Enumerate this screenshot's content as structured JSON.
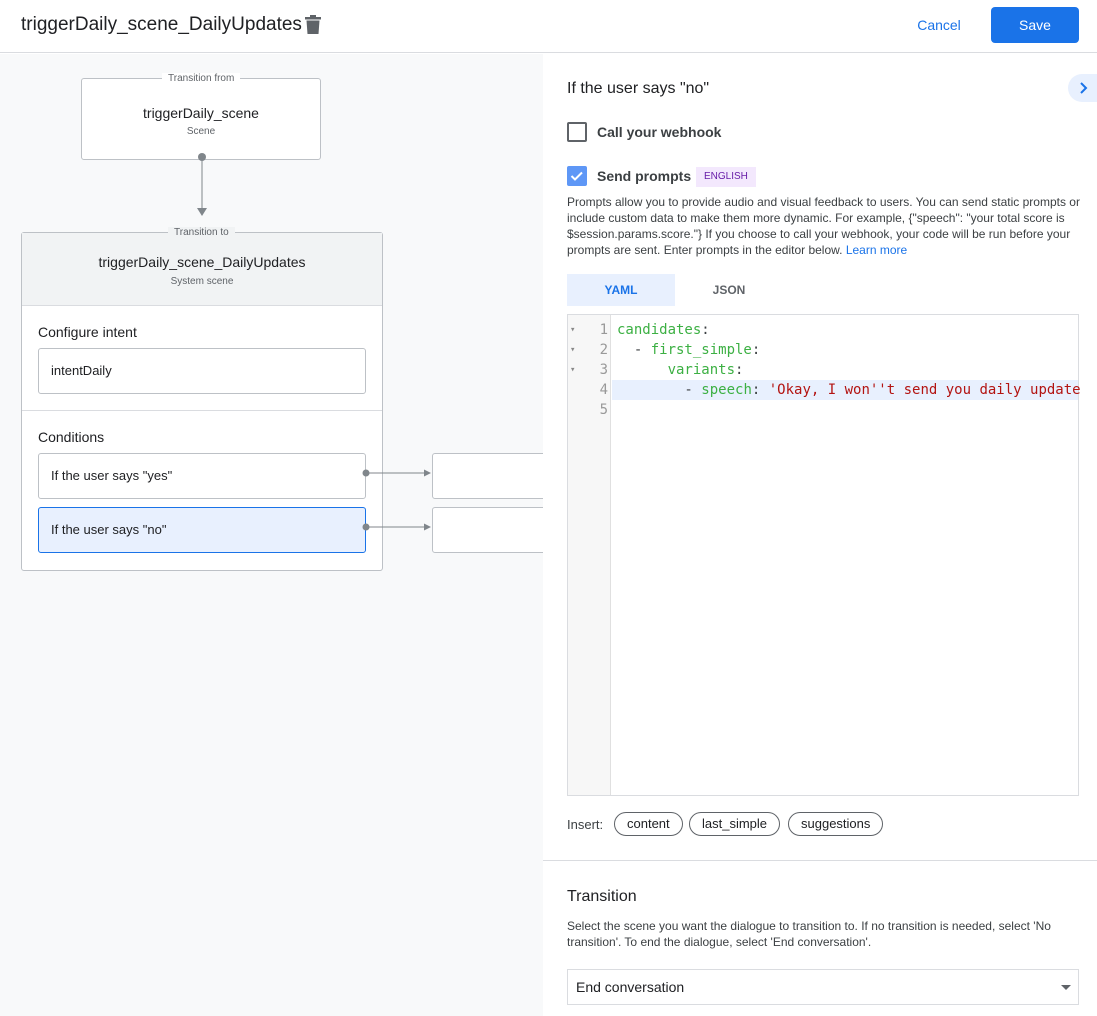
{
  "header": {
    "title": "triggerDaily_scene_DailyUpdates",
    "cancel_label": "Cancel",
    "save_label": "Save"
  },
  "canvas": {
    "from_legend": "Transition from",
    "from_name": "triggerDaily_scene",
    "from_type": "Scene",
    "to_legend": "Transition to",
    "to_name": "triggerDaily_scene_DailyUpdates",
    "to_type": "System scene",
    "intent_heading": "Configure intent",
    "intent_value": "intentDaily",
    "conditions_heading": "Conditions",
    "conditions": [
      {
        "label": "If the user says \"yes\"",
        "selected": false
      },
      {
        "label": "If the user says \"no\"",
        "selected": true
      }
    ]
  },
  "panel": {
    "heading": "If the user says \"no\"",
    "webhook_label": "Call your webhook",
    "webhook_checked": false,
    "prompts_label": "Send prompts",
    "prompts_checked": true,
    "language_badge": "ENGLISH",
    "description": "Prompts allow you to provide audio and visual feedback to users. You can send static prompts or include custom data to make them more dynamic. For example, {\"speech\": \"your total score is $session.params.score.\"} If you choose to call your webhook, your code will be run before your prompts are sent. Enter prompts in the editor below.",
    "learn_more": "Learn more",
    "tabs": [
      {
        "label": "YAML",
        "active": true
      },
      {
        "label": "JSON",
        "active": false
      }
    ],
    "code_lines": [
      {
        "n": "1",
        "indent": "",
        "key": "candidates",
        "sep": ":",
        "val": ""
      },
      {
        "n": "2",
        "indent": "  - ",
        "key": "first_simple",
        "sep": ":",
        "val": ""
      },
      {
        "n": "3",
        "indent": "      ",
        "key": "variants",
        "sep": ":",
        "val": ""
      },
      {
        "n": "4",
        "indent": "        - ",
        "key": "speech",
        "sep": ": ",
        "val": "'Okay, I won''t send you daily update"
      },
      {
        "n": "5",
        "indent": "",
        "key": "",
        "sep": "",
        "val": ""
      }
    ],
    "insert_label": "Insert:",
    "insert_chips": [
      "content",
      "last_simple",
      "suggestions"
    ],
    "transition_heading": "Transition",
    "transition_desc": "Select the scene you want the dialogue to transition to. If no transition is needed, select 'No transition'. To end the dialogue, select 'End conversation'.",
    "transition_value": "End conversation"
  },
  "colors": {
    "accent": "#1a73e8",
    "selected": "#e8f0fe",
    "badge_bg": "#f3e8fd",
    "badge_text": "#681da8",
    "code_key": "#3cb043",
    "code_string": "#b31412"
  }
}
